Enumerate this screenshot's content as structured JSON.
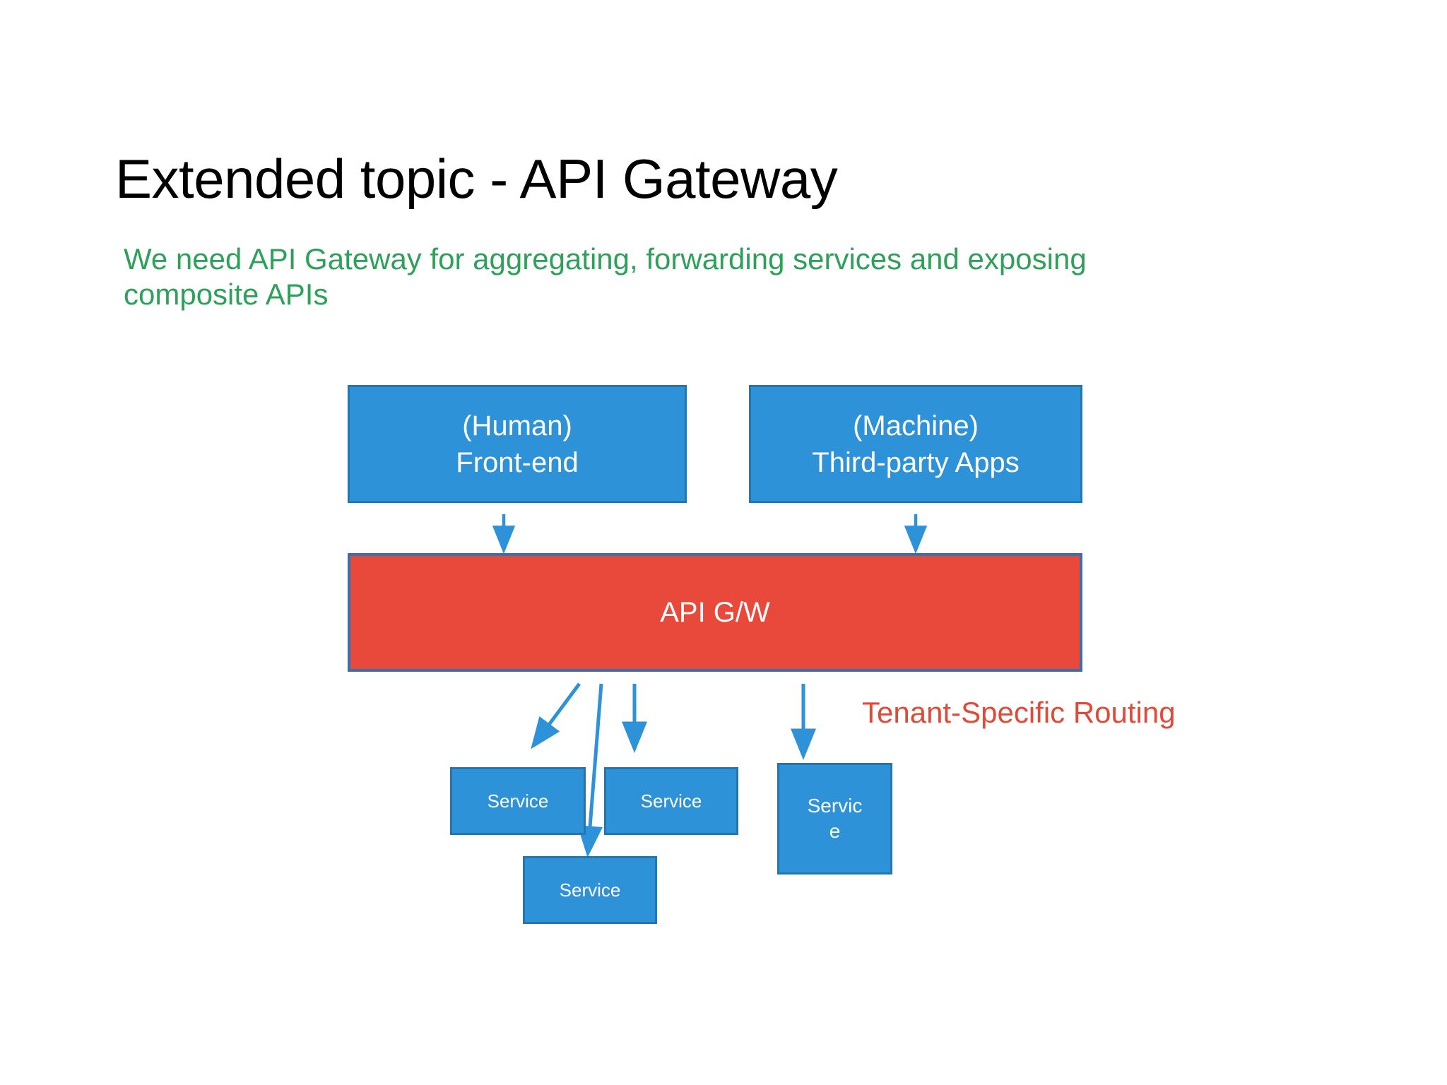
{
  "slide": {
    "title": "Extended topic - API Gateway",
    "subtitle": "We need API Gateway for aggregating, forwarding services and exposing composite APIs",
    "background_color": "#FFFFFF"
  },
  "colors": {
    "title_text": "#000000",
    "subtitle_text": "#2EA05A",
    "node_blue_fill": "#2E92D8",
    "node_blue_border": "#2476AE",
    "node_red_fill": "#E8493A",
    "node_red_border": "#3C6FA8",
    "arrow": "#2E92D8",
    "annotation_red": "#DD4B39",
    "node_text": "#FFFFFF"
  },
  "diagram": {
    "type": "flow-diagram",
    "nodes": [
      {
        "id": "human",
        "label_line_1": "(Human)",
        "label_line_2": "Front-end",
        "shape": "rect",
        "fill": "#2E92D8",
        "role": "consumer"
      },
      {
        "id": "machine",
        "label_line_1": "(Machine)",
        "label_line_2": "Third-party Apps",
        "shape": "rect",
        "fill": "#2E92D8",
        "role": "consumer"
      },
      {
        "id": "gateway",
        "label": "API G/W",
        "shape": "rect",
        "fill": "#E8493A",
        "role": "gateway"
      },
      {
        "id": "service1",
        "label": "Service",
        "shape": "rect",
        "fill": "#2E92D8",
        "role": "service"
      },
      {
        "id": "service2",
        "label": "Service",
        "shape": "rect",
        "fill": "#2E92D8",
        "role": "service"
      },
      {
        "id": "service3",
        "label": "Service",
        "shape": "rect",
        "fill": "#2E92D8",
        "role": "service"
      },
      {
        "id": "service4",
        "label_line_1": "Servic",
        "label_line_2": "e",
        "shape": "rect",
        "fill": "#2E92D8",
        "role": "service"
      }
    ],
    "edges": [
      {
        "from": "human",
        "to": "gateway",
        "style": "arrow-down"
      },
      {
        "from": "machine",
        "to": "gateway",
        "style": "arrow-down"
      },
      {
        "from": "gateway",
        "to": "service1",
        "style": "arrow-diagonal-left"
      },
      {
        "from": "gateway",
        "to": "service3",
        "style": "arrow-long-down"
      },
      {
        "from": "gateway",
        "to": "service2",
        "style": "arrow-down"
      },
      {
        "from": "gateway",
        "to": "service4",
        "style": "arrow-down"
      }
    ],
    "annotations": [
      {
        "id": "tenant-routing",
        "text": "Tenant-Specific Routing",
        "color": "#DD4B39"
      }
    ]
  }
}
